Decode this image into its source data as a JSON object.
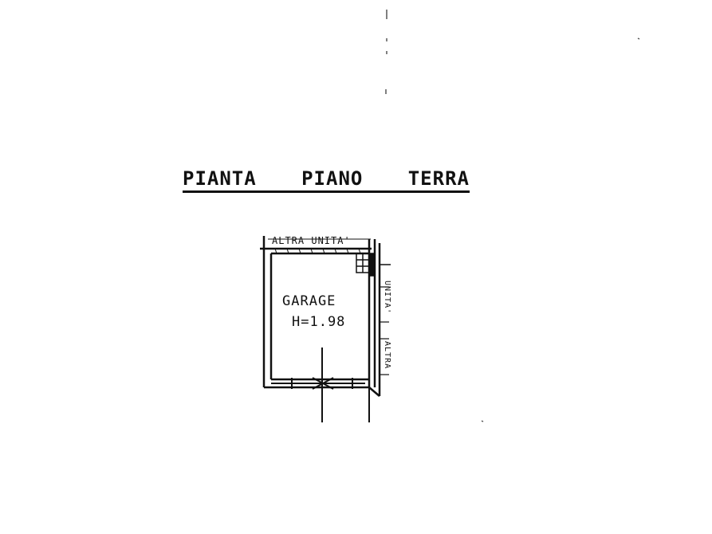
{
  "plan": {
    "title_words": [
      "PIANTA",
      "PIANO",
      "TERRA"
    ],
    "adjacent_top": "ALTRA UNITA'",
    "adjacent_right_upper": "UNITA'",
    "adjacent_right_lower": "ALTRA",
    "room_name": "GARAGE",
    "room_height": "H=1.98"
  },
  "colors": {
    "ink": "#111111",
    "paper": "#ffffff"
  }
}
